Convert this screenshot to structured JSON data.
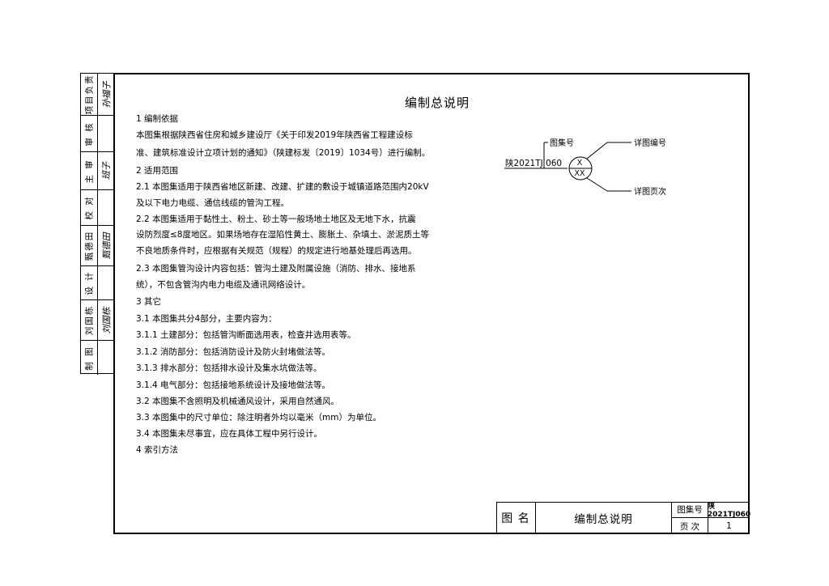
{
  "sidebar": {
    "rows": [
      {
        "label": "项目负责",
        "signature": "孙福子"
      },
      {
        "label": "审 核",
        "signature": ""
      },
      {
        "label": "主 审",
        "signature": "班子"
      },
      {
        "label": "校 对",
        "signature": ""
      },
      {
        "label": "甄德田",
        "signature": "甄德田"
      },
      {
        "label": "设 计",
        "signature": ""
      },
      {
        "label": "刘国栋",
        "signature": "刘国栋"
      },
      {
        "label": "制 图",
        "signature": ""
      }
    ]
  },
  "document": {
    "title": "编制总说明",
    "lines": [
      "1  编制依据",
      "      本图集根据陕西省住房和城乡建设厅《关于印发2019年陕西省工程建设标",
      "准、建筑标准设计立项计划的通知》（陕建标发〔2019〕1034号）进行编制。",
      "2  适用范围",
      "2.1 本图集适用于陕西省地区新建、改建、扩建的敷设于城镇道路范围内20kV",
      "及以下电力电缆、通信线缆的管沟工程。",
      "2.2 本图集适用于黏性土、粉土、砂土等一般场地土地区及无地下水，抗震",
      "设防烈度≤8度地区。如果场地存在湿陷性黄土、膨胀土、杂填土、淤泥质土等",
      "不良地质条件时，应根据有关规范（规程）的规定进行地基处理后再选用。",
      "2.3 本图集管沟设计内容包括：管沟土建及附属设施（消防、排水、接地系",
      "统），不包含管沟内电力电缆及通讯网络设计。",
      "3  其它",
      "3.1  本图集共分4部分，主要内容为：",
      "3.1.1 土建部分：包括管沟断面选用表，检查井选用表等。",
      "3.1.2 消防部分：包括消防设计及防火封堵做法等。",
      "3.1.3 排水部分：包括排水设计及集水坑做法等。",
      "3.1.4 电气部分：包括接地系统设计及接地做法等。",
      "3.2 本图集不含照明及机械通风设计，采用自然通风。",
      "3.3 本图集中的尺寸单位：除注明者外均以毫米（mm）为单位。",
      "3.4 本图集未尽事宜，应在具体工程中另行设计。",
      "4  索引方法"
    ]
  },
  "index_diagram": {
    "atlas_label": "图集号",
    "atlas_number": "陕2021TJ 060",
    "detail_no_label": "详图编号",
    "detail_page_label": "详图页次",
    "circle_top": "X",
    "circle_bottom": "XX"
  },
  "title_block": {
    "name_label": "图  名",
    "name_value": "编制总说明",
    "atlas_label": "图集号",
    "atlas_value": "陕2021TJ060",
    "page_label": "页  次",
    "page_value": "1"
  }
}
